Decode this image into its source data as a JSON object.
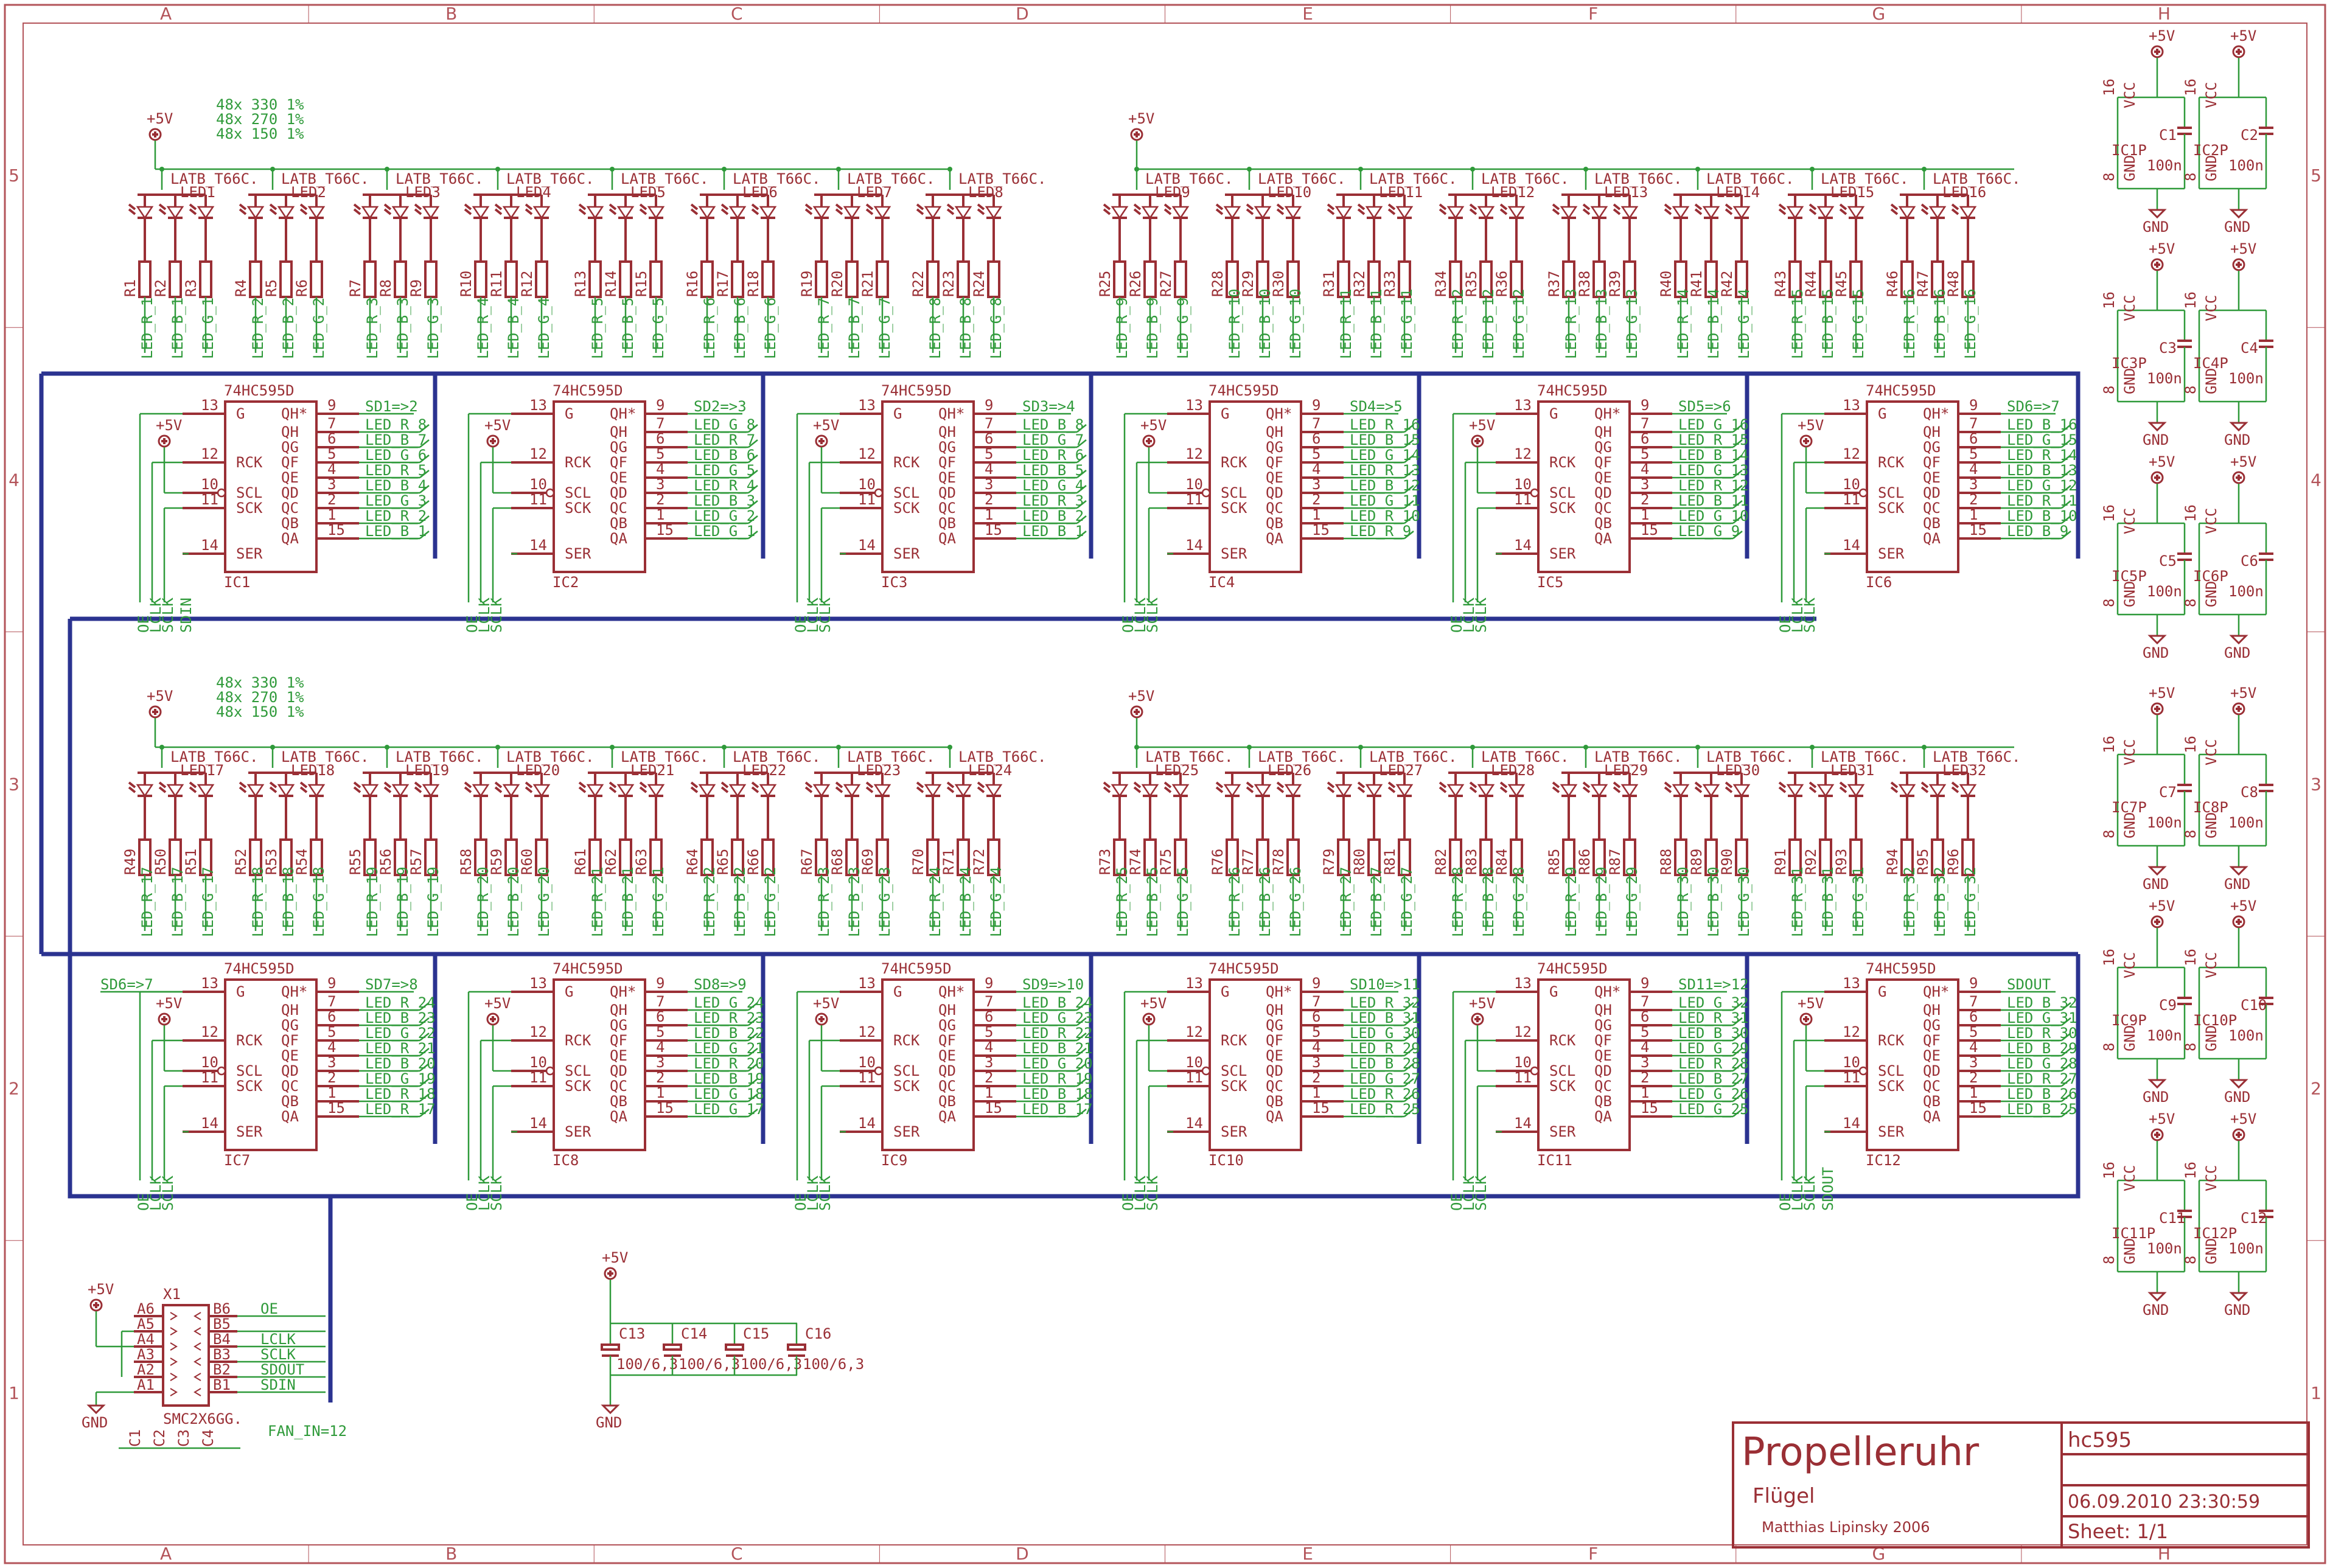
{
  "frame": {
    "columns": [
      "A",
      "B",
      "C",
      "D",
      "E",
      "F",
      "G",
      "H"
    ],
    "rows": [
      "5",
      "4",
      "3",
      "2",
      "1"
    ]
  },
  "title_block": {
    "title": "Propelleruhr",
    "subtitle": "Flügel",
    "author": "Matthias Lipinsky 2006",
    "drawing": "hc595",
    "datetime": "06.09.2010 23:30:59",
    "sheet": "Sheet: 1/1"
  },
  "supply": {
    "vcc": "+5V",
    "gnd": "GND"
  },
  "resistor_notes": [
    "48x 330 1%",
    "48x 270 1%",
    "48x 150 1%"
  ],
  "led_package": "LATB_T66C.",
  "shift_register": {
    "part": "74HC595D",
    "left_pins": [
      {
        "num": "13",
        "name": "G"
      },
      {
        "num": "12",
        "name": "RCK"
      },
      {
        "num": "10",
        "name": "SCL"
      },
      {
        "num": "11",
        "name": "SCK"
      },
      {
        "num": "14",
        "name": "SER"
      }
    ],
    "right_pins": [
      {
        "num": "9",
        "name": "QH*"
      },
      {
        "num": "7",
        "name": "QH"
      },
      {
        "num": "6",
        "name": "QG"
      },
      {
        "num": "5",
        "name": "QF"
      },
      {
        "num": "4",
        "name": "QE"
      },
      {
        "num": "3",
        "name": "QD"
      },
      {
        "num": "2",
        "name": "QC"
      },
      {
        "num": "1",
        "name": "QB"
      },
      {
        "num": "15",
        "name": "QA"
      }
    ],
    "bottom_nets": [
      "OE",
      "LCLK",
      "SCLK"
    ]
  },
  "shift_registers": [
    {
      "name": "IC1",
      "serial_in": "",
      "serial_out": "SD1=>2",
      "sin_net": "SDIN",
      "outputs": [
        "LED_R_8",
        "LED_B_7",
        "LED_G_6",
        "LED_R_5",
        "LED_B_4",
        "LED_G_3",
        "LED_R_2",
        "LED_B_1"
      ]
    },
    {
      "name": "IC2",
      "serial_in": "",
      "serial_out": "SD2=>3",
      "sin_net": "",
      "outputs": [
        "LED_G_8",
        "LED_R_7",
        "LED_B_6",
        "LED_G_5",
        "LED_R_4",
        "LED_B_3",
        "LED_G_2",
        "LED_G_1"
      ]
    },
    {
      "name": "IC3",
      "serial_in": "",
      "serial_out": "SD3=>4",
      "sin_net": "",
      "outputs": [
        "LED_B_8",
        "LED_G_7",
        "LED_R_6",
        "LED_B_5",
        "LED_G_4",
        "LED_R_3",
        "LED_B_2",
        "LED_B_1"
      ]
    },
    {
      "name": "IC4",
      "serial_in": "",
      "serial_out": "SD4=>5",
      "sin_net": "",
      "outputs": [
        "LED_R_16",
        "LED_B_15",
        "LED_G_14",
        "LED_R_13",
        "LED_B_12",
        "LED_G_11",
        "LED_R_10",
        "LED_R_9"
      ]
    },
    {
      "name": "IC5",
      "serial_in": "",
      "serial_out": "SD5=>6",
      "sin_net": "",
      "outputs": [
        "LED_G_16",
        "LED_R_15",
        "LED_B_14",
        "LED_G_13",
        "LED_R_12",
        "LED_B_11",
        "LED_G_10",
        "LED_G_9"
      ]
    },
    {
      "name": "IC6",
      "serial_in": "",
      "serial_out": "SD6=>7",
      "sin_net": "",
      "outputs": [
        "LED_B_16",
        "LED_G_15",
        "LED_R_14",
        "LED_B_13",
        "LED_G_12",
        "LED_R_11",
        "LED_B_10",
        "LED_B_9"
      ]
    },
    {
      "name": "IC7",
      "serial_in": "SD6=>7",
      "serial_out": "SD7=>8",
      "sin_net": "",
      "outputs": [
        "LED_R_24",
        "LED_B_23",
        "LED_G_22",
        "LED_R_21",
        "LED_B_20",
        "LED_G_19",
        "LED_R_18",
        "LED_R_17"
      ]
    },
    {
      "name": "IC8",
      "serial_in": "",
      "serial_out": "SD8=>9",
      "sin_net": "",
      "outputs": [
        "LED_G_24",
        "LED_R_23",
        "LED_B_22",
        "LED_G_21",
        "LED_R_20",
        "LED_B_19",
        "LED_G_18",
        "LED_G_17"
      ]
    },
    {
      "name": "IC9",
      "serial_in": "",
      "serial_out": "SD9=>10",
      "sin_net": "",
      "outputs": [
        "LED_B_24",
        "LED_G_23",
        "LED_R_22",
        "LED_B_21",
        "LED_G_20",
        "LED_R_19",
        "LED_B_18",
        "LED_B_17"
      ]
    },
    {
      "name": "IC10",
      "serial_in": "",
      "serial_out": "SD10=>11",
      "sin_net": "",
      "outputs": [
        "LED_R_32",
        "LED_B_31",
        "LED_G_30",
        "LED_R_29",
        "LED_B_28",
        "LED_G_27",
        "LED_R_26",
        "LED_R_25"
      ]
    },
    {
      "name": "IC11",
      "serial_in": "",
      "serial_out": "SD11=>12",
      "sin_net": "",
      "outputs": [
        "LED_G_32",
        "LED_R_31",
        "LED_B_30",
        "LED_G_29",
        "LED_R_28",
        "LED_B_27",
        "LED_G_26",
        "LED_G_25"
      ]
    },
    {
      "name": "IC12",
      "serial_in": "",
      "serial_out": "SDOUT",
      "sin_net": "SDOUT",
      "outputs": [
        "LED_B_32",
        "LED_G_31",
        "LED_R_30",
        "LED_B_29",
        "LED_G_28",
        "LED_R_27",
        "LED_B_26",
        "LED_B_25"
      ]
    }
  ],
  "led_rows": [
    {
      "nets": [
        "LED_R_1",
        "LED_B_1",
        "LED_G_1",
        "LED_R_2",
        "LED_B_2",
        "LED_G_2",
        "LED_R_3",
        "LED_B_3",
        "LED_G_3",
        "LED_R_4",
        "LED_B_4",
        "LED_G_4",
        "LED_R_5",
        "LED_B_5",
        "LED_G_5",
        "LED_R_6",
        "LED_B_6",
        "LED_G_6",
        "LED_R_7",
        "LED_B_7",
        "LED_G_7",
        "LED_R_8",
        "LED_B_8",
        "LED_G_8",
        "LED_R_9",
        "LED_B_9",
        "LED_G_9",
        "LED_R_10",
        "LED_B_10",
        "LED_G_10",
        "LED_R_11",
        "LED_B_11",
        "LED_G_11",
        "LED_R_12",
        "LED_B_12",
        "LED_G_12",
        "LED_R_13",
        "LED_B_13",
        "LED_G_13",
        "LED_R_14",
        "LED_B_14",
        "LED_G_14",
        "LED_R_15",
        "LED_B_15",
        "LED_G_15",
        "LED_R_16",
        "LED_B_16",
        "LED_G_16"
      ]
    },
    {
      "nets": [
        "LED_R_17",
        "LED_B_17",
        "LED_G_17",
        "LED_R_18",
        "LED_B_18",
        "LED_G_18",
        "LED_R_19",
        "LED_B_19",
        "LED_G_19",
        "LED_R_20",
        "LED_B_20",
        "LED_G_20",
        "LED_R_21",
        "LED_B_21",
        "LED_G_21",
        "LED_R_22",
        "LED_B_22",
        "LED_G_22",
        "LED_R_23",
        "LED_B_23",
        "LED_G_23",
        "LED_R_24",
        "LED_B_24",
        "LED_G_24",
        "LED_R_25",
        "LED_B_25",
        "LED_G_25",
        "LED_R_26",
        "LED_B_26",
        "LED_G_26",
        "LED_R_27",
        "LED_B_27",
        "LED_G_27",
        "LED_R_28",
        "LED_B_28",
        "LED_G_28",
        "LED_R_29",
        "LED_B_29",
        "LED_G_29",
        "LED_R_30",
        "LED_B_30",
        "LED_G_30",
        "LED_R_31",
        "LED_B_31",
        "LED_G_31",
        "LED_R_32",
        "LED_B_32",
        "LED_G_32"
      ]
    }
  ],
  "decoupling": {
    "value": "100n",
    "caps": [
      {
        "cap": "C1",
        "ic": "IC1P"
      },
      {
        "cap": "C2",
        "ic": "IC2P"
      },
      {
        "cap": "C3",
        "ic": "IC3P"
      },
      {
        "cap": "C4",
        "ic": "IC4P"
      },
      {
        "cap": "C5",
        "ic": "IC5P"
      },
      {
        "cap": "C6",
        "ic": "IC6P"
      },
      {
        "cap": "C7",
        "ic": "IC7P"
      },
      {
        "cap": "C8",
        "ic": "IC8P"
      },
      {
        "cap": "C9",
        "ic": "IC9P"
      },
      {
        "cap": "C10",
        "ic": "IC10P"
      },
      {
        "cap": "C11",
        "ic": "IC11P"
      },
      {
        "cap": "C12",
        "ic": "IC12P"
      }
    ],
    "pin_vcc": "16",
    "pin_gnd": "8",
    "label_vcc": "VCC",
    "label_gnd": "GND"
  },
  "bulk_caps": {
    "names": [
      "C13",
      "C14",
      "C15",
      "C16"
    ],
    "value": "100/6,3"
  },
  "connector": {
    "name": "X1",
    "part": "SMC2X6GG.",
    "left_pins": [
      "A6",
      "A5",
      "A4",
      "A3",
      "A2",
      "A1"
    ],
    "right_pins": [
      "B6",
      "B5",
      "B4",
      "B3",
      "B2",
      "B1"
    ],
    "nets": [
      "OE",
      "",
      "LCLK",
      "SCLK",
      "SDOUT",
      "SDIN"
    ],
    "bottom_labels": [
      "C1",
      "C2",
      "C3",
      "C4"
    ],
    "fan_in": "FAN_IN=12"
  }
}
